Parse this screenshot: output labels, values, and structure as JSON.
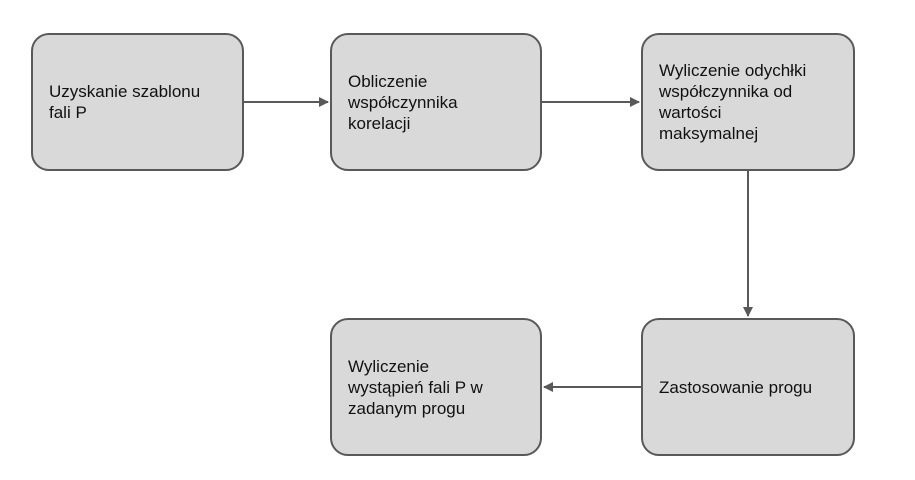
{
  "diagram": {
    "nodes": [
      {
        "id": "box1",
        "label": "Uzyskanie szablonu\nfali P"
      },
      {
        "id": "box2",
        "label": "Obliczenie\nwspółczynnika\nkorelacji"
      },
      {
        "id": "box3",
        "label": "Wyliczenie odychłki\nwspółczynnika od\nwartości\nmaksymalnej"
      },
      {
        "id": "box4",
        "label": "Zastosowanie progu"
      },
      {
        "id": "box5",
        "label": "Wyliczenie\nwystąpień fali P w\nzadanym progu"
      }
    ],
    "edges": [
      {
        "from": "box1",
        "to": "box2"
      },
      {
        "from": "box2",
        "to": "box3"
      },
      {
        "from": "box3",
        "to": "box4"
      },
      {
        "from": "box4",
        "to": "box5"
      }
    ],
    "colors": {
      "box_fill": "#d9d9d9",
      "box_border": "#595959",
      "arrow": "#595959",
      "text": "#111111"
    }
  }
}
